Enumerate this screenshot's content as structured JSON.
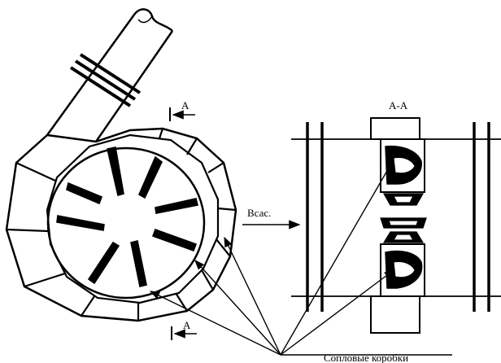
{
  "section_marker_top": "A",
  "section_marker_bottom": "A",
  "section_title": "A-A",
  "inlet_label": "Всас.",
  "nozzle_boxes_label": "Сопловые коробки"
}
